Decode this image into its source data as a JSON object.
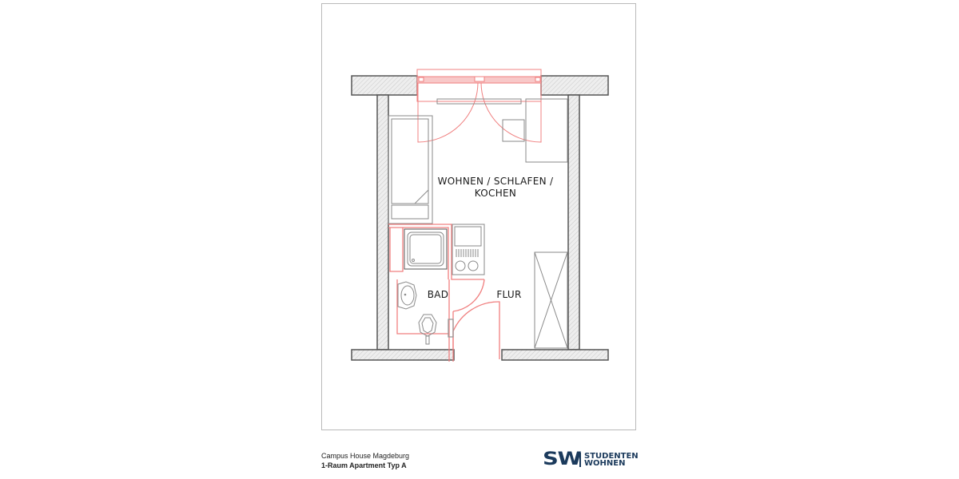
{
  "plan": {
    "rooms": {
      "living_line1": "WOHNEN / SCHLAFEN /",
      "living_line2": "KOCHEN",
      "bath": "BAD",
      "hall": "FLUR"
    },
    "colors": {
      "wall_stroke": "#555555",
      "wall_fill": "#e4e4e4",
      "furniture_stroke": "#8a8a8a",
      "accent_red": "#f08080",
      "frame": "#b9b9b9"
    }
  },
  "footer": {
    "project_name": "Campus House Magdeburg",
    "apartment_type": "1-Raum Apartment Typ A"
  },
  "logo": {
    "mark": "SW",
    "line1": "STUDENTEN",
    "line2": "WOHNEN",
    "color": "#1b3a5c"
  }
}
